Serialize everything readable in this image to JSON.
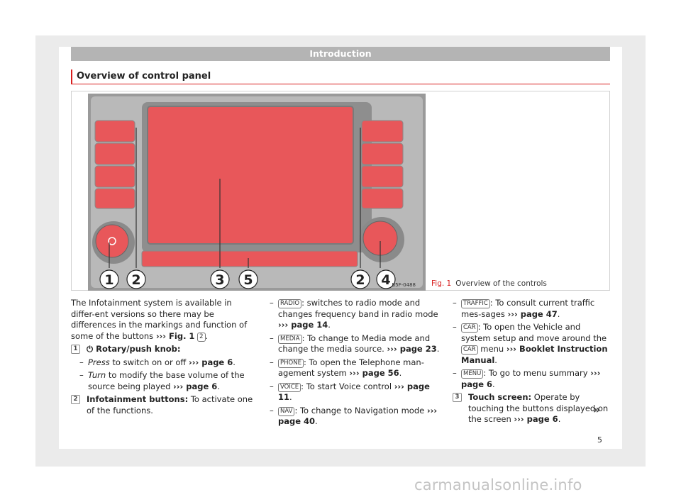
{
  "header": {
    "chapter": "Introduction"
  },
  "section": {
    "title": "Overview of control panel"
  },
  "figure": {
    "image_code": "B5F-0488",
    "callouts": [
      "1",
      "2",
      "3",
      "5",
      "2",
      "4"
    ],
    "caption_label": "Fig. 1",
    "caption_text": "Overview of the controls",
    "colors": {
      "highlight": "#e8575a",
      "bezel": "#b9b9b9",
      "accent_red": "#d81e1e"
    }
  },
  "col1": {
    "intro_a": "The Infotainment system is available in differ-ent versions so there may be differences in the markings and function of some of the buttons ",
    "intro_ref": "››› Fig. 1",
    "intro_num": "2",
    "intro_end": ".",
    "item1_num": "1",
    "item1_title": "⏻ Rotary/push knob:",
    "press_word": "Press",
    "press_text": " to switch on or off ",
    "press_ref": "››› page 6",
    "turn_word": "Turn",
    "turn_text": " to modify the base volume of the source being played ",
    "turn_ref": "››› page 6",
    "item2_num": "2",
    "item2_title": "Infotainment buttons:",
    "item2_text": " To activate one of the functions."
  },
  "col2": {
    "radio_key": "RADIO",
    "radio_text": ": switches to radio mode and changes frequency band in radio mode ",
    "radio_ref": "››› page 14",
    "media_key": "MEDIA",
    "media_text": ": To change to Media mode and change the media source. ",
    "media_ref": "››› page 23",
    "phone_key": "PHONE",
    "phone_text": ": To open the Telephone man-agement system ",
    "phone_ref": "››› page 56",
    "voice_key": "VOICE",
    "voice_text": ": To start Voice control ",
    "voice_ref": "››› page 11",
    "nav_key": "NAV",
    "nav_text": ": To change to Navigation mode ",
    "nav_ref": "››› page 40"
  },
  "col3": {
    "traffic_key": "TRAFFIC",
    "traffic_text": ": To consult current traffic mes-sages ",
    "traffic_ref": "››› page 47",
    "car_key": "CAR",
    "car_text": ": To open the Vehicle and system setup and move around the ",
    "car_key2": "CAR",
    "car_text2": " menu ",
    "car_ref": "››› Booklet Instruction Manual",
    "menu_key": "MENU",
    "menu_text": ": To go to menu summary ",
    "menu_ref": "››› page 6",
    "item3_num": "3",
    "item3_title": "Touch screen:",
    "item3_text": " Operate by touching the buttons displayed on the screen ",
    "item3_ref": "››› page 6",
    "continue_mark": "»"
  },
  "footer": {
    "page_number": "5",
    "watermark": "carmanualsonline.info"
  }
}
